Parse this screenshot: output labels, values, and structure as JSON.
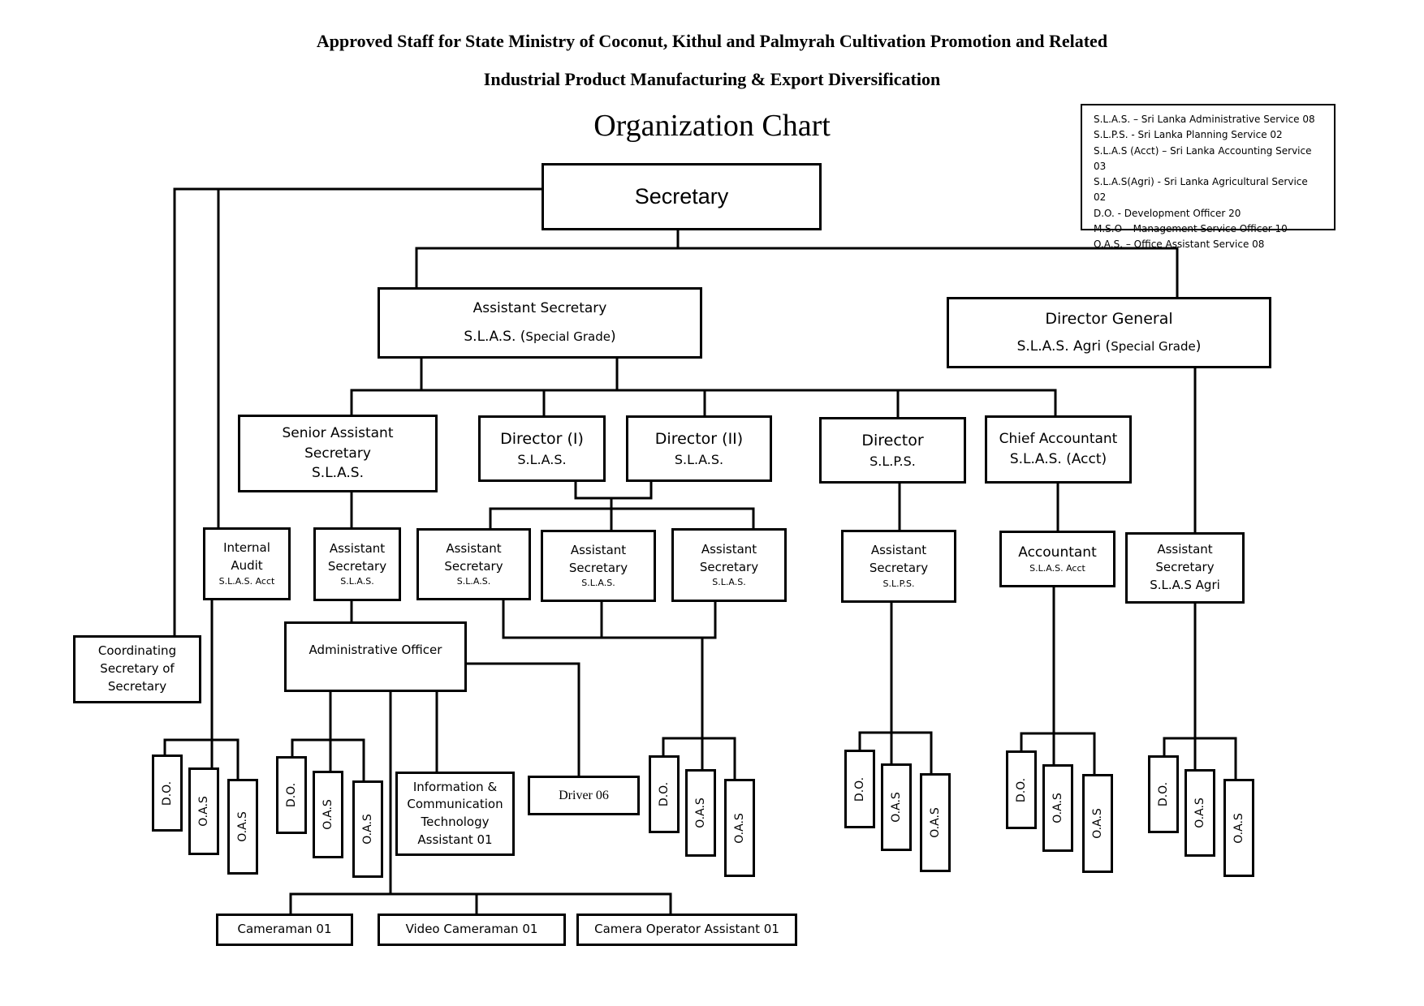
{
  "header": {
    "title_line1": "Approved Staff for State Ministry of Coconut, Kithul and Palmyrah Cultivation Promotion and Related",
    "title_line2": "Industrial Product Manufacturing & Export Diversification",
    "chart_title": "Organization Chart"
  },
  "legend": [
    "S.L.A.S. – Sri Lanka Administrative Service 08",
    "S.L.P.S. - Sri Lanka Planning Service 02",
    "S.L.A.S (Acct) – Sri Lanka Accounting Service 03",
    "S.L.A.S(Agri) - Sri Lanka Agricultural Service 02",
    "D.O. - Development Officer 20",
    "M.S.O – Management Service Officer 10",
    "O.A.S. – Office Assistant Service 08"
  ],
  "nodes": {
    "secretary": "Secretary",
    "asst_sec_main": {
      "title": "Assistant Secretary",
      "grade_main": "S.L.A.S. (",
      "grade_small": "Special Grade",
      "grade_end": ")"
    },
    "director_general": {
      "title": "Director General",
      "grade_main": "S.L.A.S. Agri (",
      "grade_small": "Special Grade",
      "grade_end": ")"
    },
    "senior_asst_sec": {
      "line1": "Senior Assistant",
      "line2": "Secretary",
      "line3": "S.L.A.S."
    },
    "director_1": {
      "title": "Director (I)",
      "grade": "S.L.A.S."
    },
    "director_2": {
      "title": "Director (II)",
      "grade": "S.L.A.S."
    },
    "director_slps": {
      "title": "Director",
      "grade": "S.L.P.S."
    },
    "chief_accountant": {
      "title": "Chief Accountant",
      "grade": "S.L.A.S. (Acct)"
    },
    "internal_audit": {
      "line1": "Internal",
      "line2": "Audit",
      "grade": "S.L.A.S. Acct"
    },
    "asst_sec_slas": {
      "line1": "Assistant",
      "line2": "Secretary",
      "grade": "S.L.A.S."
    },
    "asst_sec_d1": {
      "line1": "Assistant",
      "line2": "Secretary",
      "grade": "S.L.A.S."
    },
    "asst_sec_d2": {
      "line1": "Assistant",
      "line2": "Secretary",
      "grade": "S.L.A.S."
    },
    "asst_sec_d3": {
      "line1": "Assistant",
      "line2": "Secretary",
      "grade": "S.L.A.S."
    },
    "asst_sec_slps": {
      "line1": "Assistant",
      "line2": "Secretary",
      "grade": "S.L.P.S."
    },
    "accountant": {
      "title": "Accountant",
      "grade": "S.L.A.S. Acct"
    },
    "asst_sec_agri": {
      "line1": "Assistant",
      "line2": "Secretary",
      "grade": "S.L.A.S Agri"
    },
    "coordinating_secretary": {
      "line1": "Coordinating",
      "line2": "Secretary of",
      "line3": "Secretary"
    },
    "administrative_officer": "Administrative Officer",
    "ict_assistant": {
      "line1": "Information &",
      "line2": "Communication",
      "line3": "Technology",
      "line4": "Assistant 01"
    },
    "driver": "Driver 06",
    "cameraman": "Cameraman 01",
    "video_cameraman": "Video Cameraman 01",
    "camera_operator_assistant": "Camera Operator Assistant 01"
  },
  "staff_labels": {
    "do": "D.O.",
    "oas": "O.A.S"
  }
}
